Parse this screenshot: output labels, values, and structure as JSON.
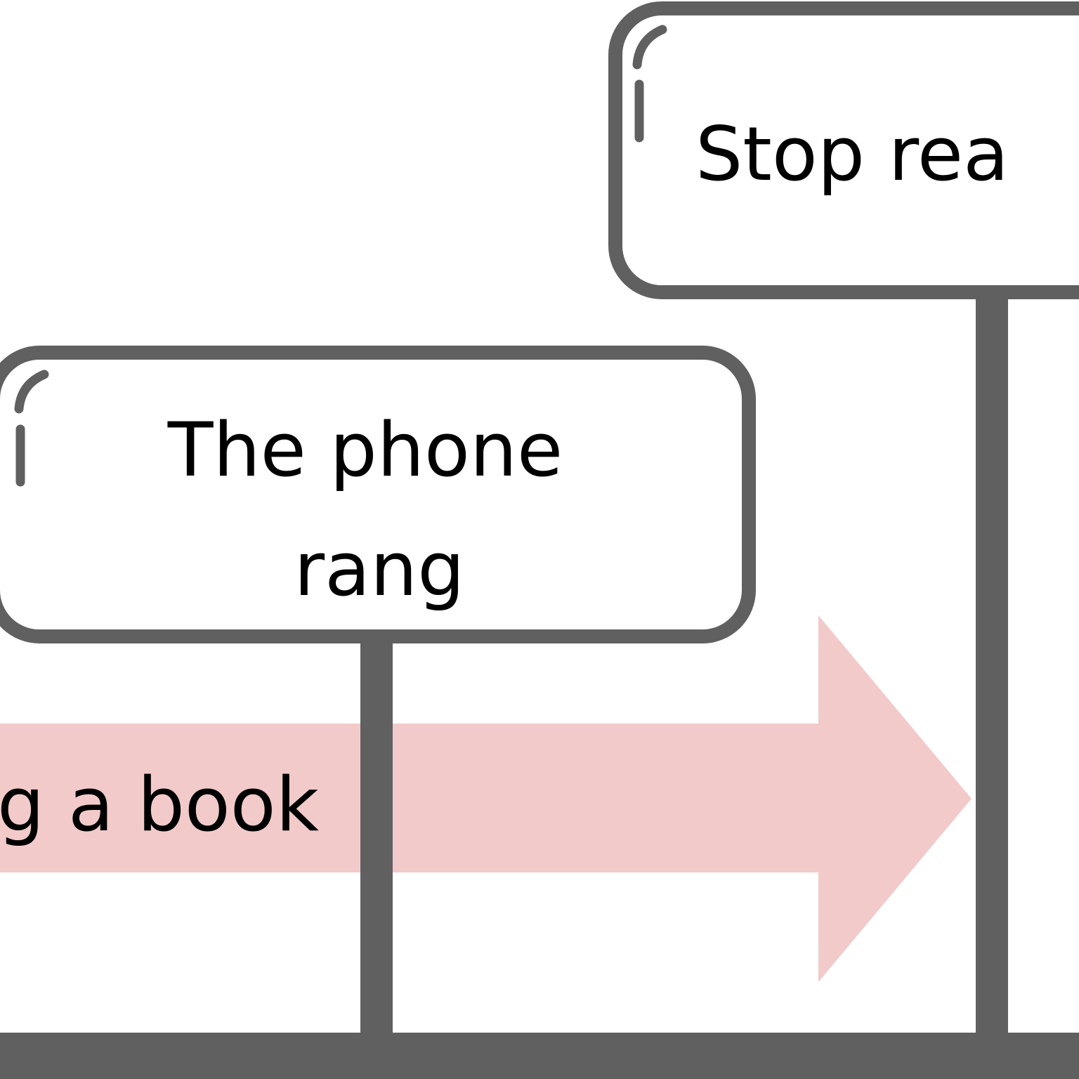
{
  "colors": {
    "stroke": "#606060",
    "arrow_fill": "#f2caca",
    "card_fill": "#ffffff",
    "text": "#000000"
  },
  "arrow": {
    "label": "g a book"
  },
  "events": [
    {
      "label_line1": "The phone",
      "label_line2": "rang"
    },
    {
      "label_line1": "Stop rea"
    }
  ]
}
